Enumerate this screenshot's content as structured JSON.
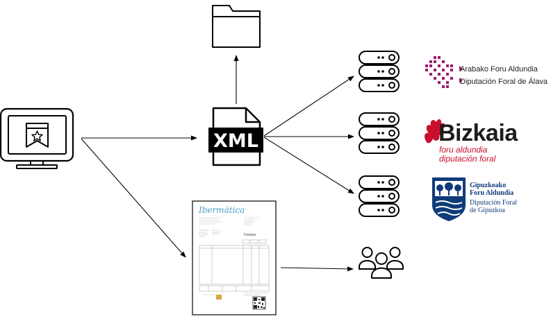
{
  "icons": {
    "folder": "folder-icon",
    "monitor": "monitor-bookmark-icon",
    "xml": "xml-file-icon",
    "server": "server-rack-icon",
    "users": "user-group-icon",
    "invoice": "invoice-document"
  },
  "xml_label": "XML",
  "logos": {
    "alava": {
      "line1": "Arabako Foru Aldundia",
      "line2": "Diputación Foral de Álava",
      "color": "#9c1a6e"
    },
    "bizkaia": {
      "name": "Bizkaia",
      "line1": "foru aldundia",
      "line2": "diputación foral",
      "color": "#c8102e"
    },
    "gipuzkoa": {
      "line1": "Gipuzkoako",
      "line2": "Foru Aldundia",
      "line3": "Diputación Foral",
      "line4": "de Gipuzkoa",
      "color": "#0f3b7a"
    }
  },
  "invoice": {
    "brand": "Ibermática",
    "title": "Factura"
  }
}
